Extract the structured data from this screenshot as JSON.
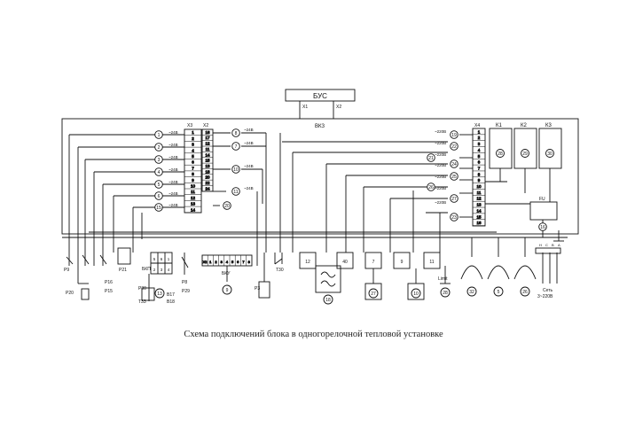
{
  "bus_label": "БУС",
  "bus_terminals": [
    "X1",
    "X2"
  ],
  "main_block_label": "ВКЗ",
  "caption": "Схема подключений блока в одногорелочной тепловой установке",
  "left_connectors": [
    "X3",
    "X2"
  ],
  "right_connector": "X4",
  "voltage_24": "~24В",
  "voltage_220": "~220В",
  "left_circles": [
    "1",
    "2",
    "3",
    "4",
    "5",
    "6",
    "15"
  ],
  "mid_circles": [
    "7",
    "10",
    "11"
  ],
  "right_circles": [
    "19",
    "21",
    "24",
    "25",
    "26",
    "27",
    "23"
  ],
  "relay_labels": [
    "К1",
    "К2",
    "К3"
  ],
  "relay_circles": [
    "28",
    "29",
    "30"
  ],
  "fuse_label": "FU",
  "fuse_circle": "16",
  "x3_pins": [
    "1",
    "2",
    "3",
    "4",
    "5",
    "6",
    "7",
    "8",
    "9",
    "10",
    "11",
    "12",
    "13",
    "14"
  ],
  "x2_pins": [
    "16",
    "17",
    "12",
    "11",
    "14",
    "15",
    "13",
    "18",
    "20",
    "22",
    "24"
  ],
  "x4_pins": [
    "1",
    "2",
    "3",
    "4",
    "5",
    "6",
    "7",
    "8",
    "9",
    "10",
    "11",
    "12",
    "13",
    "14",
    "15",
    "16"
  ],
  "bkp_label": "БКП",
  "bkp_pins": [
    "5",
    "6",
    "1",
    "2",
    "3",
    "4"
  ],
  "bku_label": "БКУ",
  "bku_pins": [
    "X2",
    "1",
    "2",
    "3",
    "4",
    "5",
    "6",
    "7",
    "8"
  ],
  "bottom_labels": {
    "p9": "Р9",
    "p20": "Р20",
    "p16": "Р16",
    "p15": "Р15",
    "p21": "Р21",
    "p30": "Р30",
    "t33": "Т33",
    "b17": "В17",
    "b18": "В18",
    "p29": "Р29",
    "p8": "Р8",
    "p3": "Р3",
    "t30": "Т30",
    "limit": "Limit",
    "set": "Сеть",
    "set_v": "3~220В",
    "phases": [
      "Н",
      "С",
      "В",
      "А"
    ]
  },
  "bottom_circles": [
    "13",
    "9",
    "18",
    "27",
    "10",
    "28",
    "32",
    "5",
    "26"
  ],
  "bottom_boxes": [
    "12",
    "40",
    "7",
    "9",
    "11"
  ]
}
